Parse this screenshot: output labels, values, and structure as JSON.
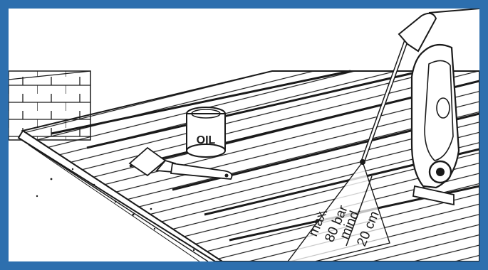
{
  "illustration": {
    "oil_label": "OIL",
    "pressure_label": "max.\n80 bar",
    "distance_label": "mind.\n20 cm"
  },
  "colors": {
    "frame": "#2d6fae",
    "ink": "#1a1a1a",
    "background": "#ffffff"
  }
}
